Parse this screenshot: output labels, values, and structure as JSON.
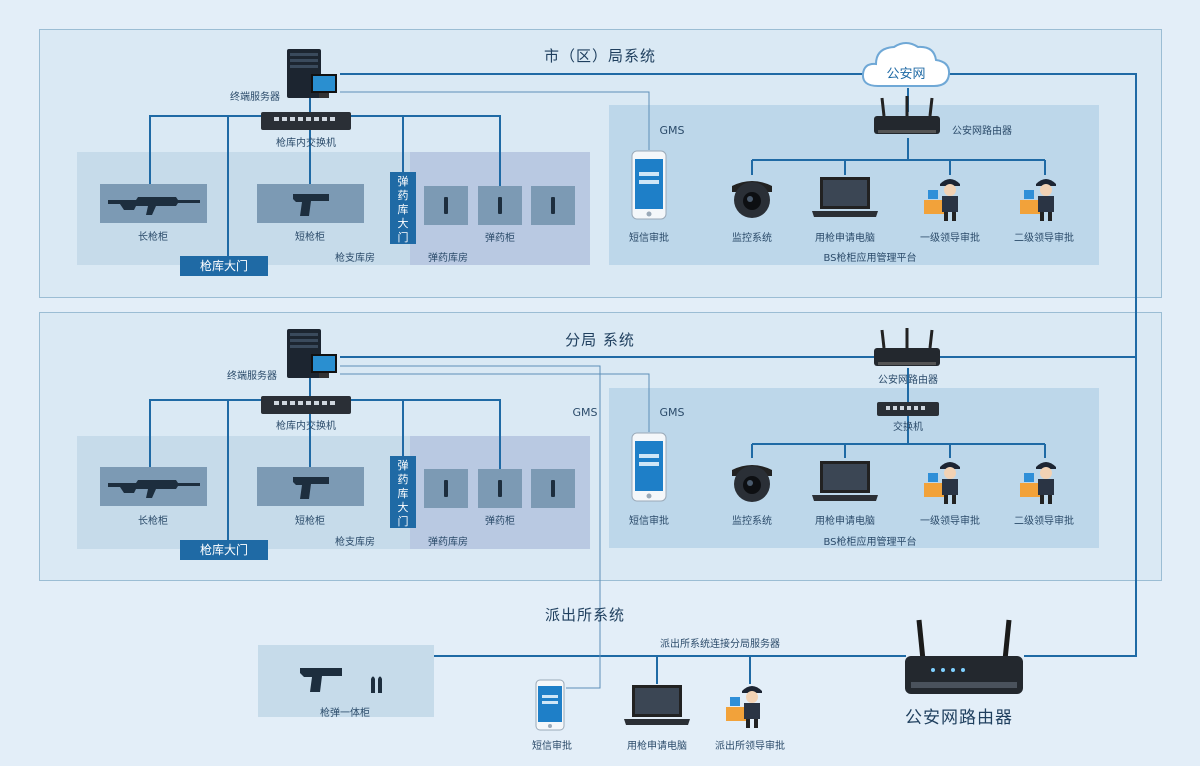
{
  "city": {
    "title": "市（区）局系统",
    "terminal_server": "终端服务器",
    "switch": "枪库内交换机",
    "long_gun": "长枪柜",
    "short_gun": "短枪柜",
    "ammo_cabinet": "弹药柜",
    "gun_gate": "枪库大门",
    "ammo_door": "弹药库大门",
    "gun_room": "枪支库房",
    "ammo_room": "弹药库房",
    "gms": "GMS",
    "sms": "短信审批",
    "cloud": "公安网",
    "router": "公安网路由器",
    "camera": "监控系统",
    "laptop": "用枪申请电脑",
    "leader1": "一级领导审批",
    "leader2": "二级领导审批",
    "platform": "BS枪柜应用管理平台"
  },
  "branch": {
    "title": "分局 系统",
    "terminal_server": "终端服务器",
    "switch": "枪库内交换机",
    "long_gun": "长枪柜",
    "short_gun": "短枪柜",
    "ammo_cabinet": "弹药柜",
    "gun_gate": "枪库大门",
    "ammo_door": "弹药库大门",
    "gun_room": "枪支库房",
    "ammo_room": "弹药库房",
    "gms_outer": "GMS",
    "gms": "GMS",
    "sms": "短信审批",
    "router": "公安网路由器",
    "switch2": "交换机",
    "camera": "监控系统",
    "laptop": "用枪申请电脑",
    "leader1": "一级领导审批",
    "leader2": "二级领导审批",
    "platform": "BS枪柜应用管理平台"
  },
  "police": {
    "title": "派出所系统",
    "connect": "派出所系统连接分局服务器",
    "combo": "枪弹一体柜",
    "sms": "短信审批",
    "laptop": "用枪申请电脑",
    "leader": "派出所领导审批"
  },
  "big_router": "公安网路由器",
  "colors": {
    "line": "#1f6aa5",
    "thin_line": "#5d8fb8",
    "background": "#e3eef8",
    "section": "#dae9f4"
  }
}
